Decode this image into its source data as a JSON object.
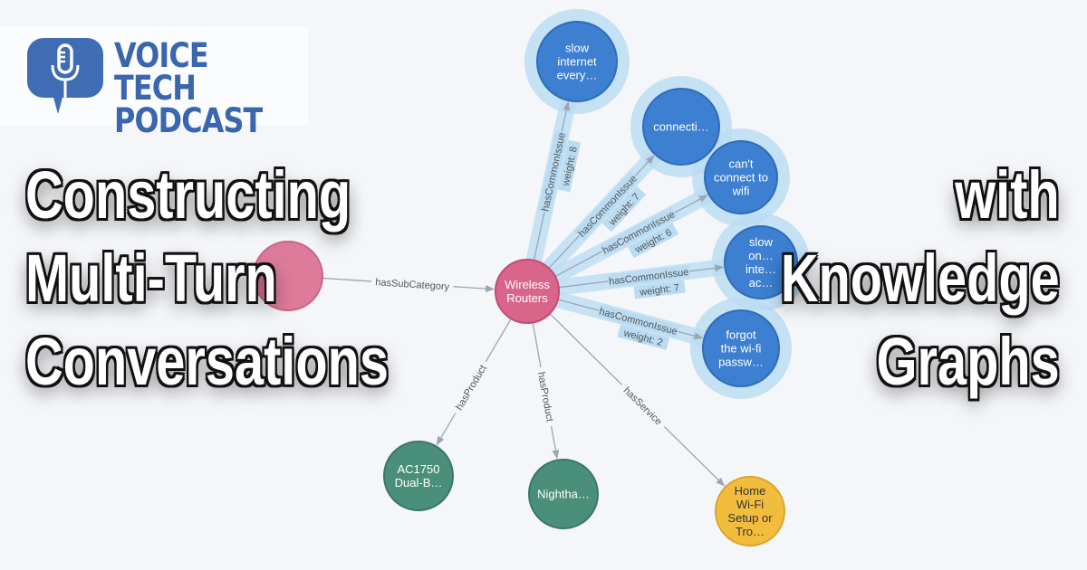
{
  "logo": {
    "line1": "VOICE TECH",
    "line2": "PODCAST",
    "icon": "microphone-speech-bubble-icon",
    "color": "#3e6db3"
  },
  "title_left": [
    "Constructing",
    "Multi-Turn",
    "Conversations"
  ],
  "title_right": [
    "with",
    "Knowledge",
    "Graphs"
  ],
  "colors": {
    "category": "#d9668a",
    "issue": "#3d7fd1",
    "issue_halo": "#b9dcf3",
    "product": "#4a8f79",
    "service": "#f2bd3c",
    "edge": "#9aa6b3",
    "background": "#f4f6f9"
  },
  "graph": {
    "nodes": [
      {
        "id": "parent",
        "label": "",
        "type": "category"
      },
      {
        "id": "wr",
        "label": "Wireless Routers",
        "type": "category"
      },
      {
        "id": "i1",
        "label": "slow internet every…",
        "type": "issue"
      },
      {
        "id": "i2",
        "label": "connecti…",
        "type": "issue"
      },
      {
        "id": "i3",
        "label": "can't connect to wifi",
        "type": "issue"
      },
      {
        "id": "i4",
        "label": "slow on… inte… ac…",
        "type": "issue"
      },
      {
        "id": "i5",
        "label": "forgot the wi-fi passw…",
        "type": "issue"
      },
      {
        "id": "p1",
        "label": "AC1750 Dual-B…",
        "type": "product"
      },
      {
        "id": "p2",
        "label": "Nightha…",
        "type": "product"
      },
      {
        "id": "s1",
        "label": "Home Wi-Fi Setup or Tro…",
        "type": "service"
      }
    ],
    "edges": [
      {
        "from": "parent",
        "to": "wr",
        "label": "hasSubCategory",
        "weight": ""
      },
      {
        "from": "wr",
        "to": "i1",
        "label": "hasCommonIssue",
        "weight": "weight: 8"
      },
      {
        "from": "wr",
        "to": "i2",
        "label": "hasCommonIssue",
        "weight": "weight: 7"
      },
      {
        "from": "wr",
        "to": "i3",
        "label": "hasCommonIssue",
        "weight": "weight: 6"
      },
      {
        "from": "wr",
        "to": "i4",
        "label": "hasCommonIssue",
        "weight": "weight: 7"
      },
      {
        "from": "wr",
        "to": "i5",
        "label": "hasCommonIssue",
        "weight": "weight: 2"
      },
      {
        "from": "wr",
        "to": "p1",
        "label": "hasProduct",
        "weight": ""
      },
      {
        "from": "wr",
        "to": "p2",
        "label": "hasProduct",
        "weight": ""
      },
      {
        "from": "wr",
        "to": "s1",
        "label": "hasService",
        "weight": ""
      }
    ]
  }
}
